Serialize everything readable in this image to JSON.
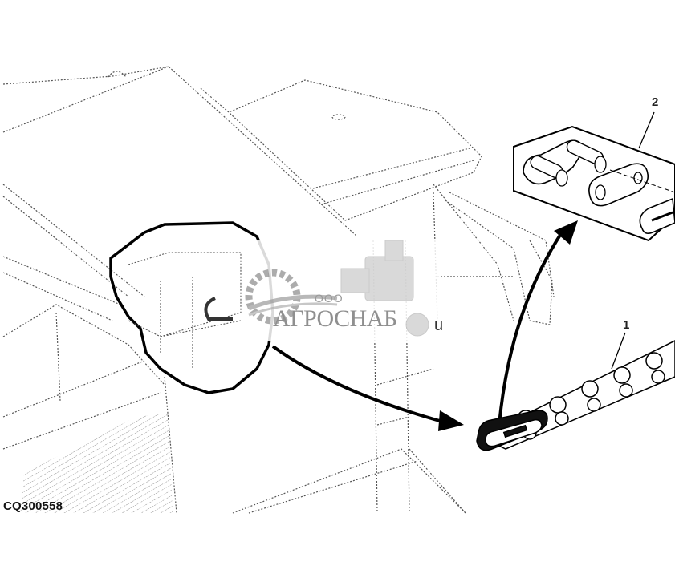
{
  "figure": {
    "id_label": "CQ300558",
    "subject": "Roller chain with connecting link (combine harvester feeder drive)",
    "callouts": [
      {
        "number": "1",
        "target": "roller-chain"
      },
      {
        "number": "2",
        "target": "connecting-link-detail"
      }
    ]
  },
  "watermark": {
    "prefix": "ООО",
    "name": "АГРОСНАБ",
    "suffix": "u"
  },
  "colors": {
    "line": "#000000",
    "hatching": "#555555",
    "watermark_gray": "#9a9a9a",
    "background": "#ffffff"
  }
}
